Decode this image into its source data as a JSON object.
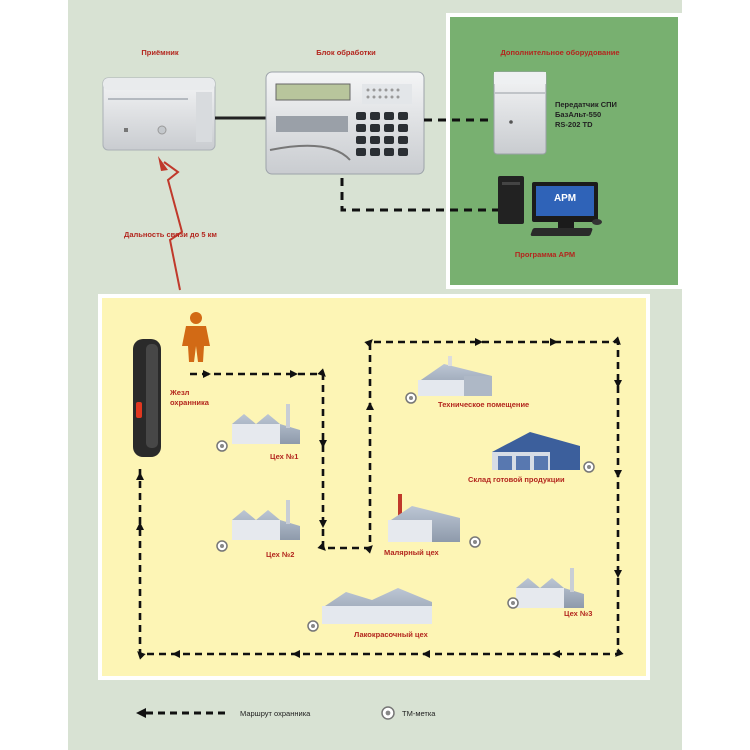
{
  "top": {
    "receiver_label": "Приёмник",
    "processor_label": "Блок обработки",
    "range_label": "Дальность связи до 5 км"
  },
  "extra": {
    "title": "Дополнительное оборудование",
    "transmitter_lines": [
      "Передатчик СПИ",
      "БазАльт-550",
      "RS-202 TD"
    ],
    "monitor_text": "АРМ",
    "program_label": "Программа АРМ"
  },
  "route": {
    "baton_label_lines": [
      "Жезл",
      "охранника"
    ],
    "buildings": {
      "tech_room": "Техническое помещение",
      "warehouse": "Склад готовой продукции",
      "shop1": "Цех №1",
      "shop2": "Цех №2",
      "paint_shop": "Малярный цех",
      "shop3": "Цех №3",
      "lacquer_shop": "Лакокрасочный цех"
    }
  },
  "legend": {
    "route_label": "Маршрут охранника",
    "tag_label": "ТМ-метка"
  },
  "colors": {
    "outer_bg": "#d8e2d3",
    "green_panel": "#78b070",
    "route_bg": "#fdf5b5",
    "route_border": "#ffffff",
    "accent_red": "#b3261e"
  }
}
